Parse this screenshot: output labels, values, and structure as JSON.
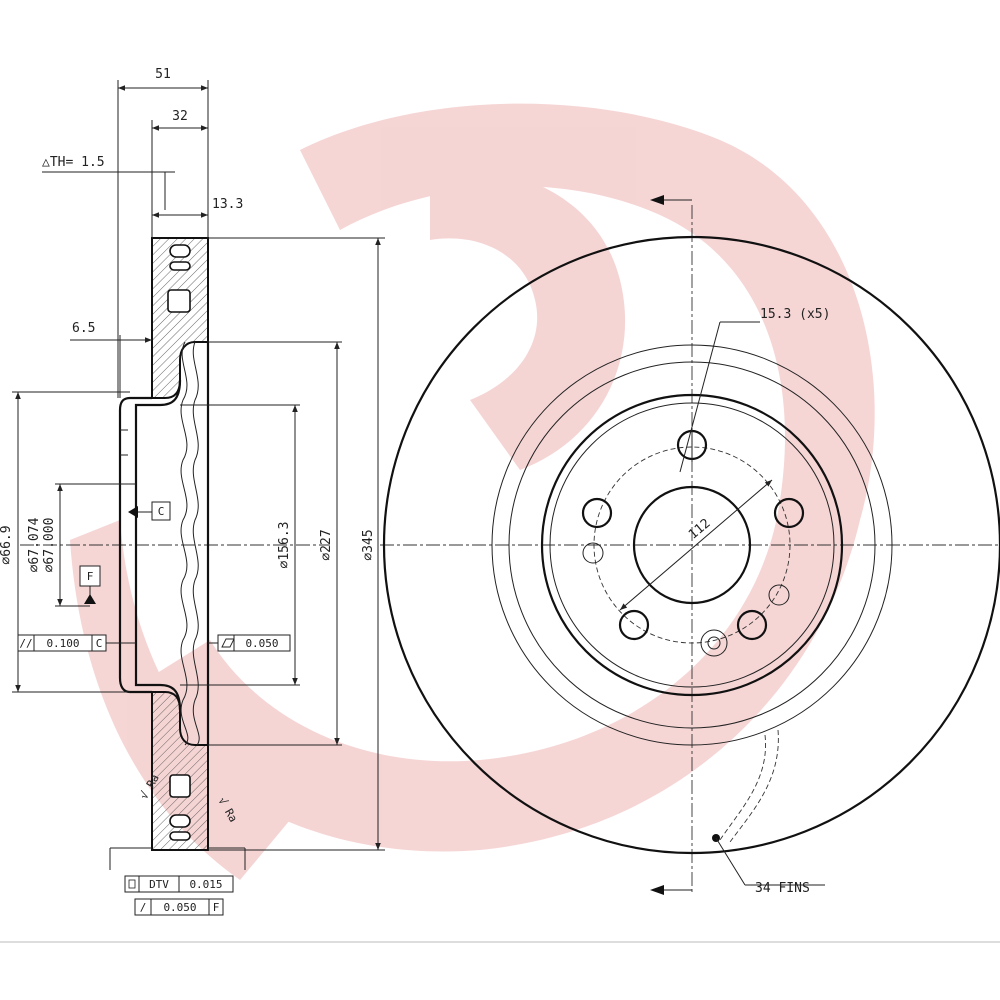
{
  "watermark": {
    "name": "brembo-logo",
    "color": "#f3c8c8"
  },
  "section": {
    "overall_width": "51",
    "hat_height": "32",
    "th_label": "△TH= 1.5",
    "disc_thickness": "13.3",
    "hat_offset": "6.5",
    "dia_centering": "⌀66.9",
    "dia_bore_max": "⌀67.074",
    "dia_bore_min": "⌀67.000",
    "dia_hat": "⌀156.3",
    "dia_inner_friction": "⌀227",
    "dia_outer": "⌀345",
    "datum_c": "C",
    "datum_f": "F",
    "tol_runout_value": "0.100",
    "tol_runout_ref": "C",
    "tol_flatness_value": "0.050",
    "tol_dtv_label": "DTV",
    "tol_dtv_value": "0.015",
    "tol_parallel_value": "0.050",
    "tol_parallel_ref": "F"
  },
  "front_view": {
    "bolt_hole_label": "15.3 (x5)",
    "pcd_label": "112",
    "fins_label": "34 FINS"
  },
  "colors": {
    "line": "#222222",
    "watermark": "#f3c8c8"
  }
}
